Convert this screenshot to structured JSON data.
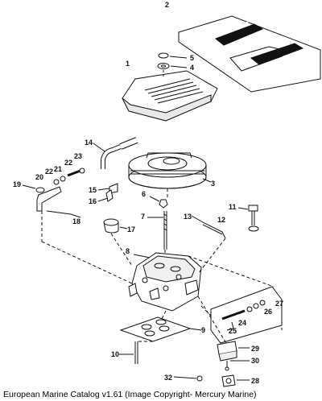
{
  "caption": "European Marine Catalog v1.61 (Image Copyright- Mercury Marine)",
  "parts": [
    {
      "id": "num-1",
      "label": "1"
    },
    {
      "id": "num-2",
      "label": "2"
    },
    {
      "id": "num-3",
      "label": "3"
    },
    {
      "id": "num-4",
      "label": "4"
    },
    {
      "id": "num-5",
      "label": "5"
    },
    {
      "id": "num-6",
      "label": "6"
    },
    {
      "id": "num-7",
      "label": "7"
    },
    {
      "id": "num-8",
      "label": "8"
    },
    {
      "id": "num-9",
      "label": "9"
    },
    {
      "id": "num-10",
      "label": "10"
    },
    {
      "id": "num-11",
      "label": "11"
    },
    {
      "id": "num-12",
      "label": "12"
    },
    {
      "id": "num-13",
      "label": "13"
    },
    {
      "id": "num-14",
      "label": "14"
    },
    {
      "id": "num-15",
      "label": "15"
    },
    {
      "id": "num-16",
      "label": "16"
    },
    {
      "id": "num-17",
      "label": "17"
    },
    {
      "id": "num-18",
      "label": "18"
    },
    {
      "id": "num-19",
      "label": "19"
    },
    {
      "id": "num-20",
      "label": "20"
    },
    {
      "id": "num-21",
      "label": "21"
    },
    {
      "id": "num-22a",
      "label": "22"
    },
    {
      "id": "num-22b",
      "label": "22"
    },
    {
      "id": "num-23",
      "label": "23"
    },
    {
      "id": "num-24",
      "label": "24"
    },
    {
      "id": "num-25",
      "label": "25"
    },
    {
      "id": "num-26",
      "label": "26"
    },
    {
      "id": "num-27",
      "label": "27"
    },
    {
      "id": "num-28",
      "label": "28"
    },
    {
      "id": "num-29",
      "label": "29"
    },
    {
      "id": "num-30",
      "label": "30"
    },
    {
      "id": "num-32",
      "label": "32"
    }
  ]
}
